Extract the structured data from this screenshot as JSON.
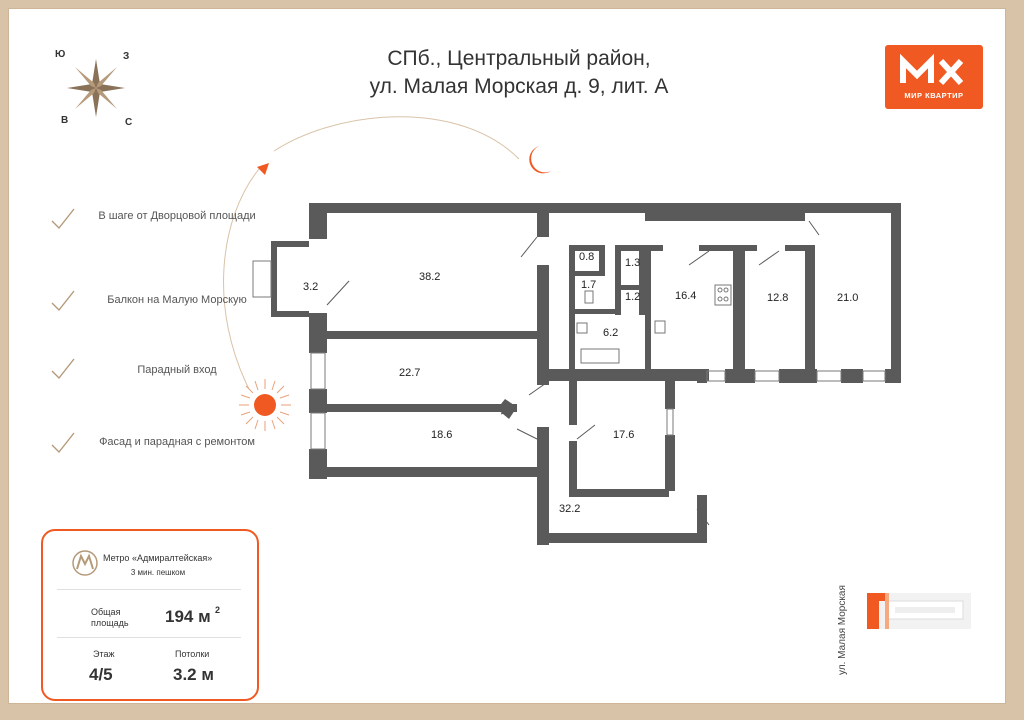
{
  "header": {
    "title_line1": "СПб., Центральный район,",
    "title_line2": "ул. Малая Морская д. 9, лит. А"
  },
  "logo": {
    "text": "МИР КВАРТИР",
    "color": "#f05a22"
  },
  "compass": {
    "north_west": "Ю",
    "north_east": "З",
    "south_west": "В",
    "south_east": "С"
  },
  "features": [
    "В шаге от Дворцовой площади",
    "Балкон на Малую Морскую",
    "Парадный вход",
    "Фасад и парадная с ремонтом"
  ],
  "info": {
    "metro_name": "Метро «Адмиралтейская»",
    "metro_distance": "3 мин. пешком",
    "area_label": "Общая площадь",
    "area_value": "194 м",
    "area_unit_sup": "2",
    "floor_label": "Этаж",
    "floor_value": "4/5",
    "ceiling_label": "Потолки",
    "ceiling_value": "3.2 м"
  },
  "rooms": [
    "3.2",
    "38.2",
    "0.8",
    "1.3",
    "1.7",
    "1.2",
    "6.2",
    "16.4",
    "12.8",
    "21.0",
    "22.7",
    "18.6",
    "17.6",
    "32.2"
  ],
  "street_label": "ул. Малая Морская",
  "colors": {
    "accent": "#f05a22",
    "wall": "#5a5a5a",
    "frame": "#d9c3a8"
  }
}
